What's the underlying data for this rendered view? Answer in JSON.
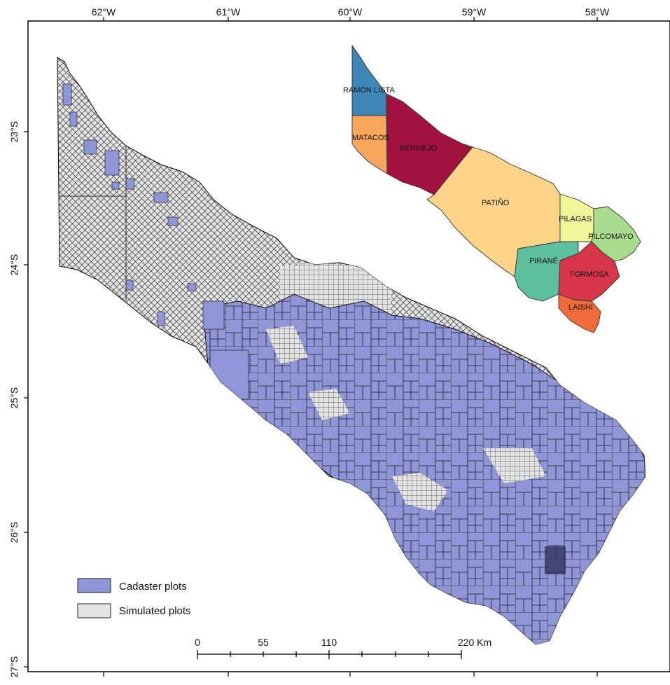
{
  "map": {
    "lon_labels": [
      "62°W",
      "61°W",
      "60°W",
      "59°W",
      "58°W"
    ],
    "lat_labels": [
      "23°S",
      "24°S",
      "25°S",
      "26°S",
      "27°S"
    ]
  },
  "legend": {
    "items": [
      {
        "label": "Cadaster plots",
        "color": "#8f96d6"
      },
      {
        "label": "Simulated plots",
        "color": "#e4e4e4"
      }
    ]
  },
  "scale_bar": {
    "labels": [
      "0",
      "55",
      "110",
      "220 Km"
    ]
  },
  "inset": {
    "departments": [
      {
        "name": "RAMÓN LISTA",
        "color": "#3c86b8"
      },
      {
        "name": "MATACOS",
        "color": "#f7a65e"
      },
      {
        "name": "BERMEJO",
        "color": "#a3123c"
      },
      {
        "name": "PATIÑO",
        "color": "#fdd48a"
      },
      {
        "name": "PILAGAS",
        "color": "#f2f59a"
      },
      {
        "name": "PILCOMAYO",
        "color": "#a9dc8e"
      },
      {
        "name": "PIRANÉ",
        "color": "#5dbf9e"
      },
      {
        "name": "FORMOSA",
        "color": "#d7354a"
      },
      {
        "name": "LAISHI",
        "color": "#ef6b3a"
      }
    ]
  },
  "colors": {
    "cadaster": "#8f96d6",
    "simulated": "#e4e4e4",
    "frame": "#000000"
  }
}
